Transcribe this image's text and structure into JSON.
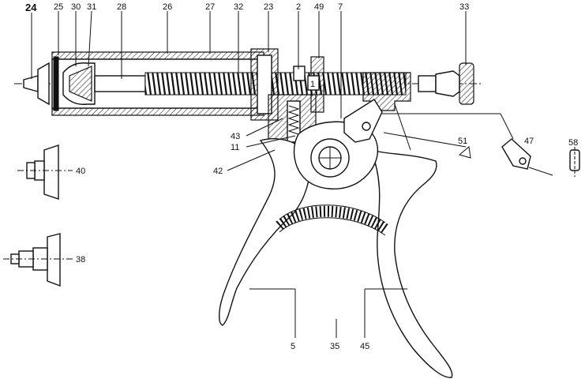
{
  "labels": {
    "l24": "24",
    "l25": "25",
    "l30": "30",
    "l31": "31",
    "l28": "28",
    "l26": "26",
    "l27": "27",
    "l32": "32",
    "l23": "23",
    "l2": "2",
    "l49": "49",
    "l7": "7",
    "l33": "33",
    "l1": "1",
    "l43": "43",
    "l11": "11",
    "l42": "42",
    "l51": "51",
    "l47": "47",
    "l58": "58",
    "l40": "40",
    "l38": "38",
    "l5": "5",
    "l35": "35",
    "l45": "45"
  }
}
